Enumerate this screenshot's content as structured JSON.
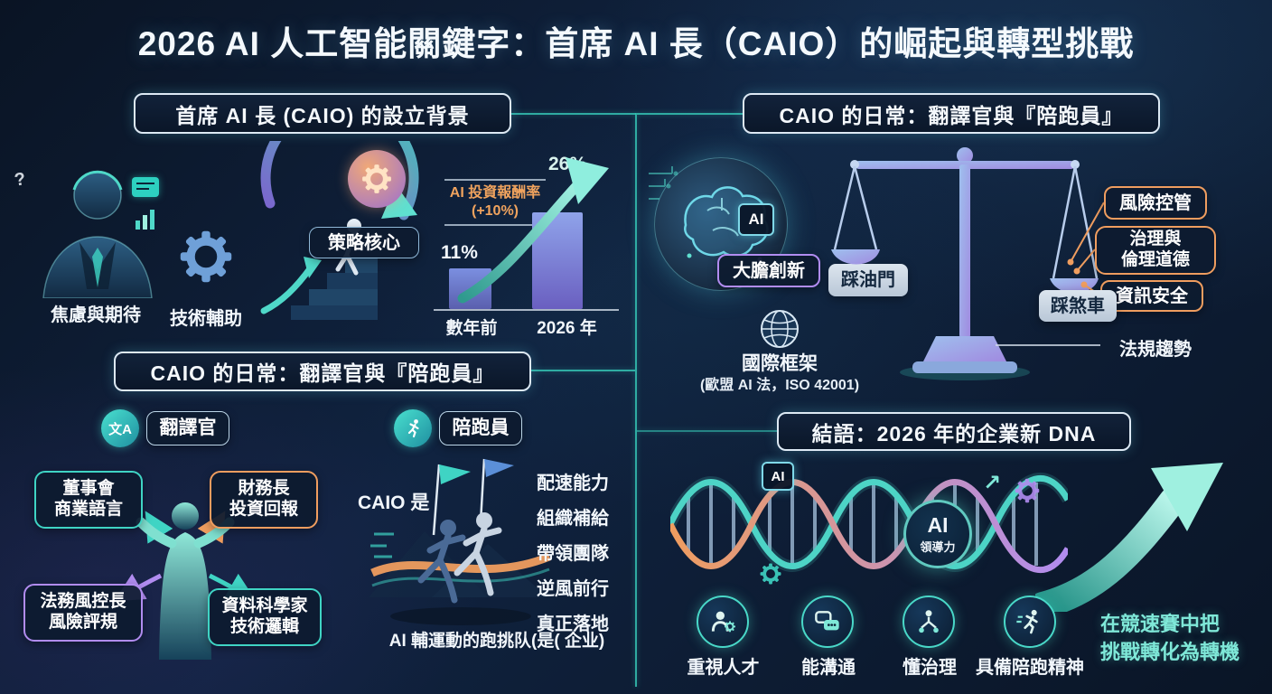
{
  "title": "2026 AI 人工智能關鍵字：首席 AI 長（CAIO）的崛起與轉型挑戰",
  "colors": {
    "teal": "#3fd4c4",
    "orange": "#ef9d5f",
    "purple": "#b18cf0",
    "background": "#0b1526"
  },
  "section_background": {
    "header": "首席 AI 長 (CAIO) 的設立背景",
    "anxiety_label": "焦慮與期待",
    "tech_label": "技術輔助",
    "strategy_label": "策略核心",
    "question_mark": "?",
    "chart": {
      "type": "bar",
      "title_line1": "AI 投資報酬率",
      "title_line2": "(+10%)",
      "categories": [
        "數年前",
        "2026 年"
      ],
      "values": [
        11,
        26
      ],
      "value_labels": [
        "11%",
        "26%"
      ]
    }
  },
  "section_balance": {
    "header": "CAIO 的日常：翻譯官與『陪跑員』",
    "ai_chip": "AI",
    "innovation_badge": "大膽創新",
    "gas_badge": "踩油門",
    "risk_badge": "風險控管",
    "governance_badge_line1": "治理與",
    "governance_badge_line2": "倫理道德",
    "security_badge": "資訊安全",
    "brake_badge": "踩煞車",
    "framework_title": "國際框架",
    "framework_detail": "(歐盟 AI 法，ISO 42001)",
    "regulation_label": "法規趨勢"
  },
  "section_roles": {
    "header": "CAIO 的日常：翻譯官與『陪跑員』",
    "translator_title": "翻譯官",
    "translator_icon_glyph": "文A",
    "boxes": [
      {
        "line1": "董事會",
        "line2": "商業語言"
      },
      {
        "line1": "財務長",
        "line2": "投資回報"
      },
      {
        "line1": "法務風控長",
        "line2": "風險評規"
      },
      {
        "line1": "資料科學家",
        "line2": "技術邏輯"
      }
    ],
    "pacer_title": "陪跑員",
    "pacer_lead": "CAIO 是",
    "pacer_items": [
      "配速能力",
      "組織補給",
      "帶領團隊",
      "逆風前行",
      "真正落地"
    ],
    "pacer_caption": "AI 輔運動的跑挑队(是( 企业)"
  },
  "section_dna": {
    "header": "結語：2026 年的企業新 DNA",
    "ai_chip": "AI",
    "trend_glyph": "↗",
    "leadership_top": "AI",
    "leadership_bottom": "領導力",
    "traits": [
      "重視人才",
      "能溝通",
      "懂治理",
      "具備陪跑精神"
    ],
    "closing_line1": "在競速賽中把",
    "closing_line2": "挑戰轉化為轉機"
  }
}
